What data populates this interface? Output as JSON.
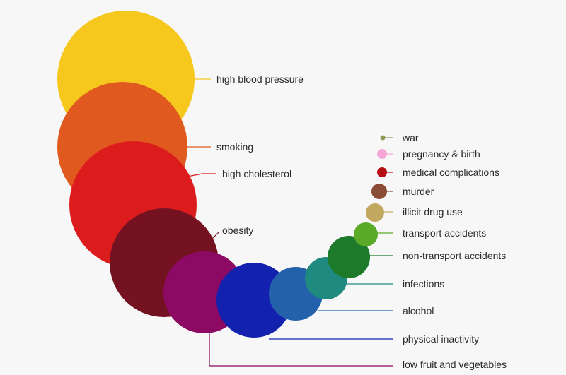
{
  "chart_data": {
    "type": "bubble",
    "title": "",
    "items": [
      {
        "label": "high blood pressure",
        "color": "#f6c81e"
      },
      {
        "label": "smoking",
        "color": "#e05a1f"
      },
      {
        "label": "high cholesterol",
        "color": "#dc1c1c"
      },
      {
        "label": "obesity",
        "color": "#741222"
      },
      {
        "label": "low fruit and vegetables",
        "color": "#8c0a63"
      },
      {
        "label": "physical inactivity",
        "color": "#1221ae"
      },
      {
        "label": "alcohol",
        "color": "#2361aa"
      },
      {
        "label": "infections",
        "color": "#1f8a80"
      },
      {
        "label": "non-transport accidents",
        "color": "#1c7a2a"
      },
      {
        "label": "transport accidents",
        "color": "#5aaa28"
      },
      {
        "label": "illicit drug use",
        "color": "#c2a85e"
      },
      {
        "label": "murder",
        "color": "#8a4c36"
      },
      {
        "label": "medical complications",
        "color": "#b50c16"
      },
      {
        "label": "pregnancy & birth",
        "color": "#f6a6d6"
      },
      {
        "label": "war",
        "color": "#8a9a52"
      }
    ]
  }
}
